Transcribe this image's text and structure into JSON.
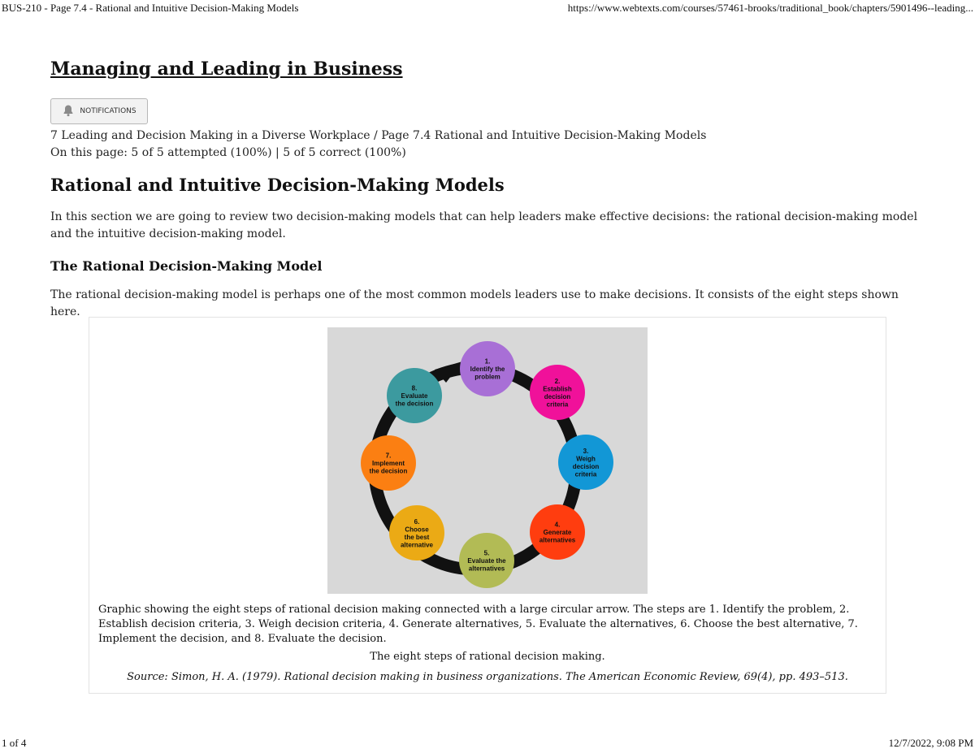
{
  "print_header": {
    "title": "BUS-210 - Page 7.4 - Rational and Intuitive Decision-Making Models",
    "url": "https://www.webtexts.com/courses/57461-brooks/traditional_book/chapters/5901496--leading..."
  },
  "print_footer": {
    "page": "1 of 4",
    "datetime": "12/7/2022, 9:08 PM"
  },
  "course_title": "Managing and Leading in Business",
  "notifications_label": "NOTIFICATIONS",
  "breadcrumb": "7 Leading and Decision Making in a Diverse Workplace / Page 7.4 Rational and Intuitive Decision-Making Models",
  "progress": "On this page: 5 of 5 attempted (100%) | 5 of 5 correct (100%)",
  "heading": "Rational and Intuitive Decision-Making Models",
  "intro": "In this section we are going to review two decision-making models that can help leaders make effective decisions: the rational decision-making model and the intuitive decision-making model.",
  "subheading": "The Rational Decision-Making Model",
  "body": "The rational decision-making model is perhaps one of the most common models leaders use to make decisions. It consists of the eight steps shown here.",
  "figure": {
    "steps": [
      {
        "num": "1.",
        "lines": [
          "Identify the",
          "problem"
        ],
        "color": "#a86fd6"
      },
      {
        "num": "2.",
        "lines": [
          "Establish",
          "decision",
          "criteria"
        ],
        "color": "#f0119a"
      },
      {
        "num": "3.",
        "lines": [
          "Weigh",
          "decision",
          "criteria"
        ],
        "color": "#1297d6"
      },
      {
        "num": "4.",
        "lines": [
          "Generate",
          "alternatives"
        ],
        "color": "#ff3d0f"
      },
      {
        "num": "5.",
        "lines": [
          "Evaluate the",
          "alternatives"
        ],
        "color": "#b2bb55"
      },
      {
        "num": "6.",
        "lines": [
          "Choose",
          "the best",
          "alternative"
        ],
        "color": "#ebaa15"
      },
      {
        "num": "7.",
        "lines": [
          "Implement",
          "the decision"
        ],
        "color": "#fb7f12"
      },
      {
        "num": "8.",
        "lines": [
          "Evaluate",
          "the decision"
        ],
        "color": "#3c9a9f"
      }
    ],
    "alt_text": "Graphic showing the eight steps of rational decision making connected with a large circular arrow. The steps are 1. Identify the problem, 2. Establish decision criteria, 3. Weigh decision criteria, 4. Generate alternatives, 5. Evaluate the alternatives, 6. Choose the best alternative, 7. Implement the decision, and 8. Evaluate the decision.",
    "caption": "The eight steps of rational decision making.",
    "source": "Source: Simon, H. A. (1979). Rational decision making in business organizations. The American Economic Review, 69(4), pp. 493–513."
  }
}
